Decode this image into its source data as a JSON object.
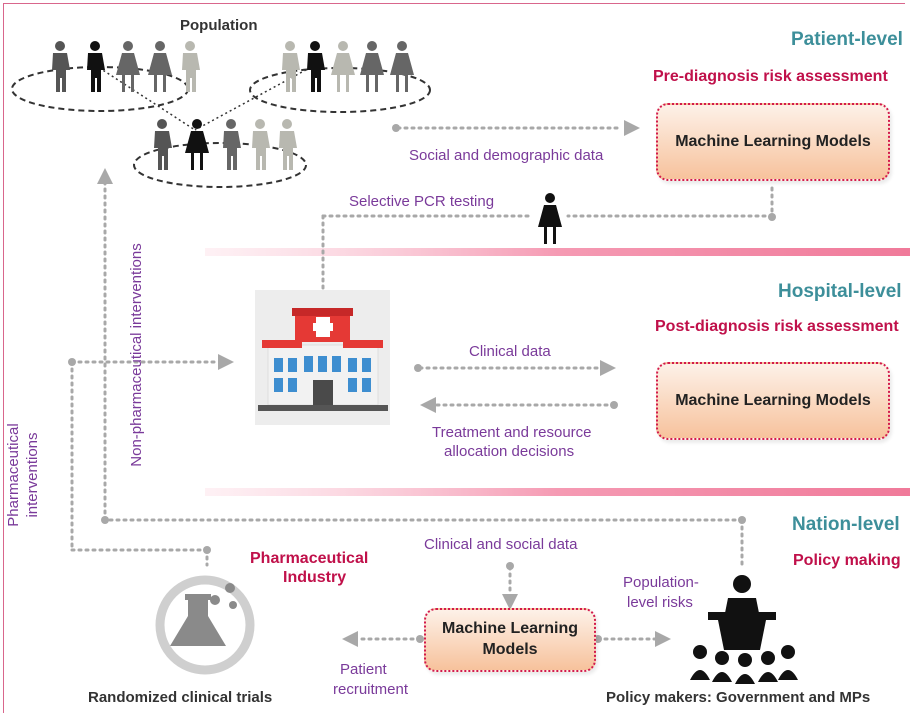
{
  "population": "Population",
  "levels": {
    "patient": "Patient-level",
    "hospital": "Hospital-level",
    "nation": "Nation-level"
  },
  "assessments": {
    "pre_diagnosis": "Pre-diagnosis  risk assessment",
    "post_diagnosis": "Post-diagnosis risk assessment",
    "policy_making": "Policy making"
  },
  "ml_boxes": {
    "patient": "Machine Learning Models",
    "hospital": "Machine Learning Models",
    "nation": "Machine Learning Models"
  },
  "edges": {
    "social_demographic": "Social and demographic data",
    "selective_pcr": "Selective PCR testing",
    "clinical_data": "Clinical data",
    "treatment_line1": "Treatment and resource",
    "treatment_line2": "allocation decisions",
    "clinical_social": "Clinical and social data",
    "population_risks_line1": "Population-",
    "population_risks_line2": "level risks",
    "patient_recruitment_line1": "Patient",
    "patient_recruitment_line2": "recruitment",
    "non_pharma": "Non-pharmaceutical interventions",
    "pharma_line1": "Pharmaceutical",
    "pharma_line2": "interventions"
  },
  "pharma_industry_line1": "Pharmaceutical",
  "pharma_industry_line2": "Industry",
  "trials": "Randomized clinical trials",
  "policy_makers": "Policy makers: Government and MPs",
  "colors": {
    "teal": "#3d8f9a",
    "crimson": "#c0104a",
    "purple": "#7a3a9a",
    "arrow": "#a8a8a8",
    "divider": "#f28aa8",
    "box_border": "#d21a4c"
  },
  "icons": [
    "person-icon",
    "hospital-icon",
    "flask-icon",
    "podium-icon"
  ]
}
